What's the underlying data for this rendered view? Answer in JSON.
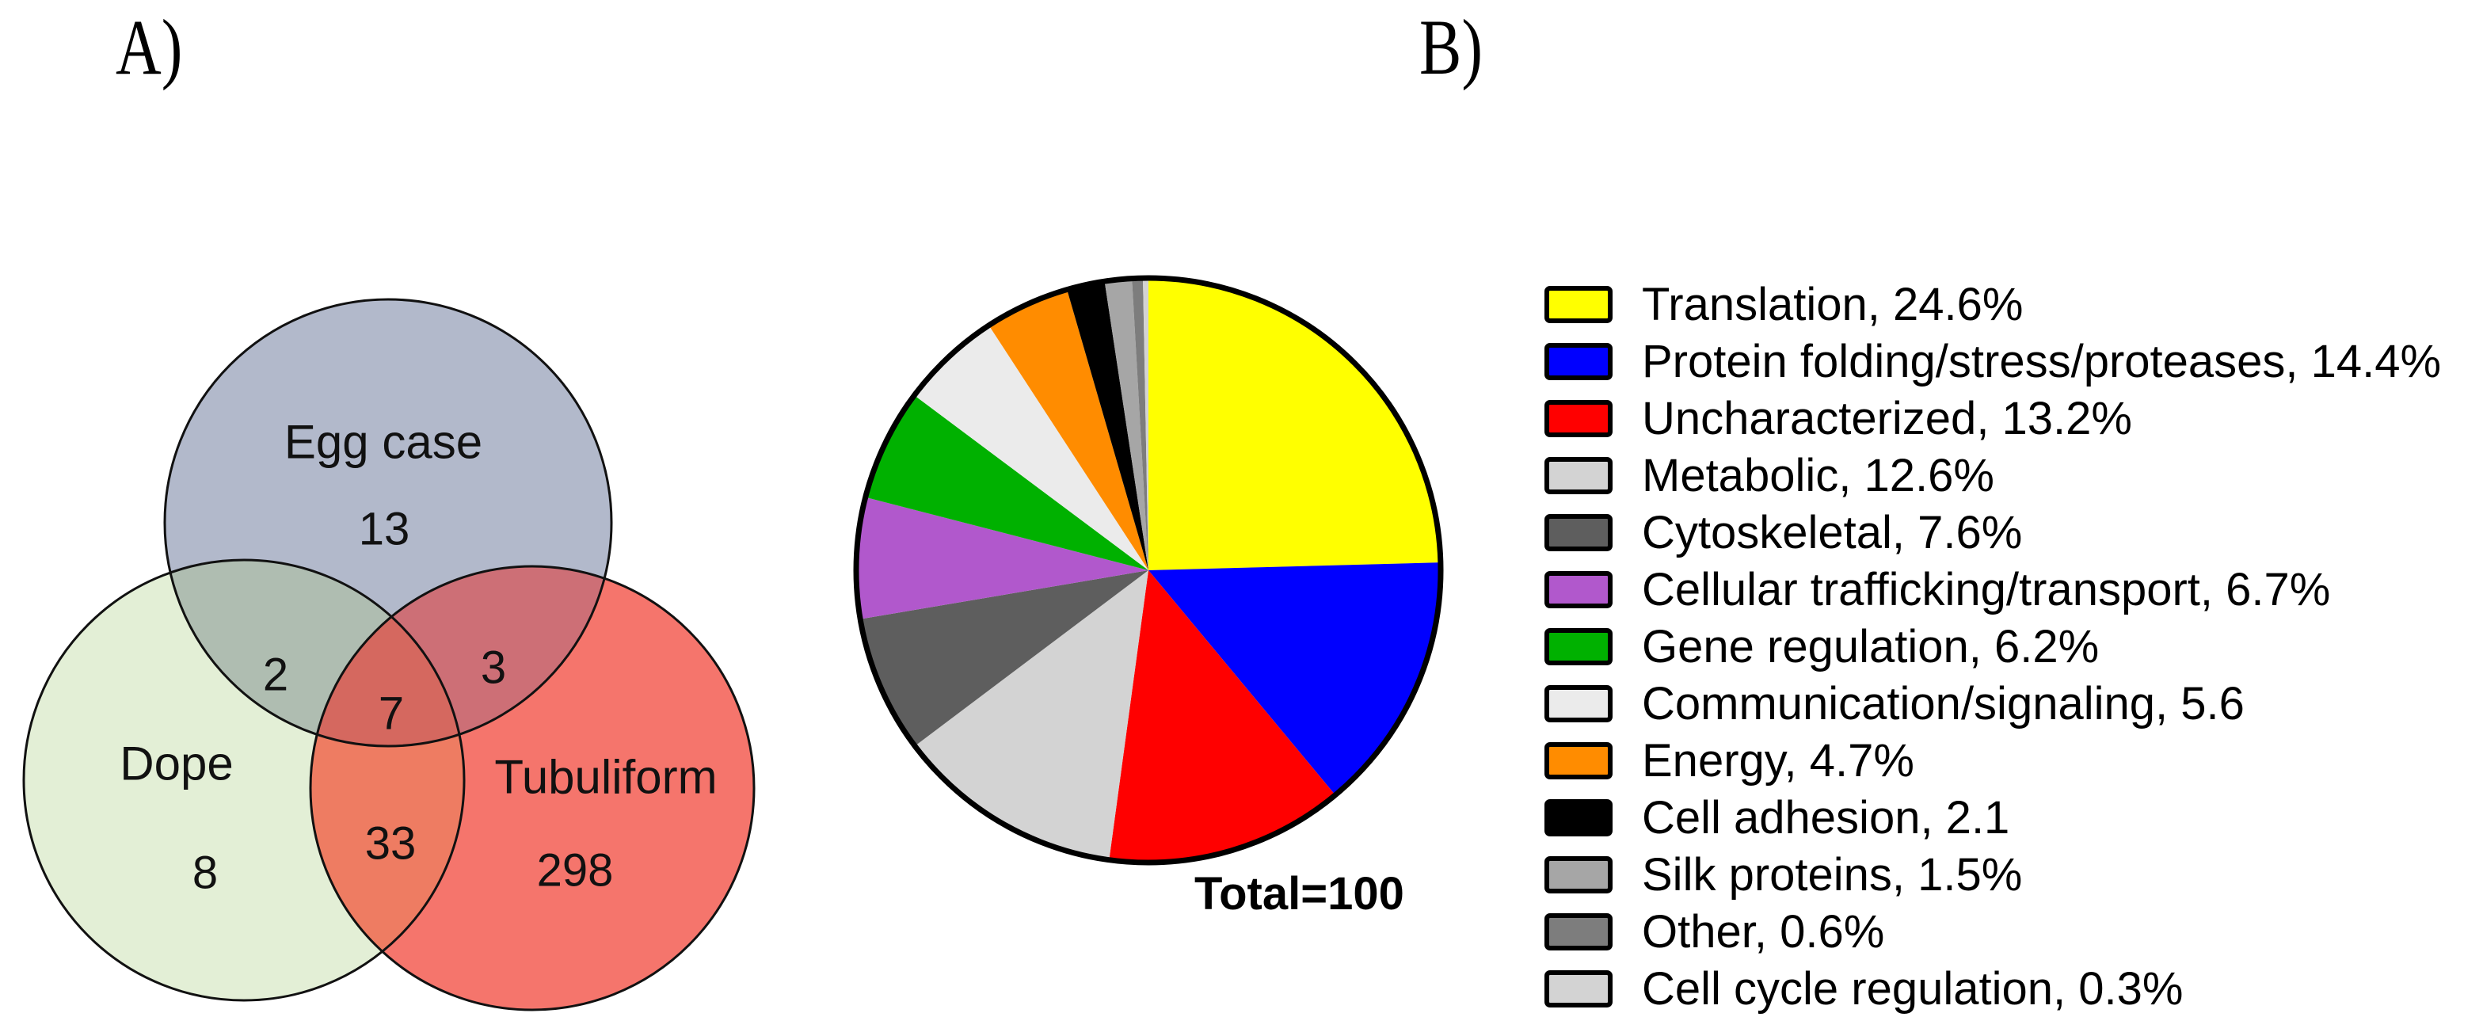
{
  "panelA": {
    "label": "A)"
  },
  "panelB": {
    "label": "B)"
  },
  "venn": {
    "sets": [
      {
        "name": "Egg case",
        "unique_count": "13"
      },
      {
        "name": "Dope",
        "unique_count": "8"
      },
      {
        "name": "Tubuliform",
        "unique_count": "298"
      }
    ],
    "overlaps": {
      "egg_dope": "2",
      "egg_tub": "3",
      "dope_tub": "33",
      "all_three": "7"
    },
    "colors": {
      "egg": "#B2B9CB",
      "dope": "#E3EFD6",
      "tub": "#F5756C",
      "egg_dope": "#AFBDB1",
      "egg_tub": "#CD6F76",
      "dope_tub": "#EE7C62",
      "center": "#D5685F"
    }
  },
  "chart_data": {
    "type": "pie",
    "title": "",
    "total": 100,
    "total_label": "Total=100",
    "legend_position": "right",
    "start_angle_deg": 0,
    "direction": "clockwise",
    "slices": [
      {
        "label": "Translation",
        "value": 24.6,
        "display": "Translation, 24.6%",
        "color": "#FFFF00"
      },
      {
        "label": "Protein folding/stress/proteases",
        "value": 14.4,
        "display": "Protein folding/stress/proteases, 14.4%",
        "color": "#0000FF"
      },
      {
        "label": "Uncharacterized",
        "value": 13.2,
        "display": "Uncharacterized, 13.2%",
        "color": "#FF0000"
      },
      {
        "label": "Metabolic",
        "value": 12.6,
        "display": "Metabolic, 12.6%",
        "color": "#D3D3D3"
      },
      {
        "label": "Cytoskeletal",
        "value": 7.6,
        "display": "Cytoskeletal, 7.6%",
        "color": "#5E5E5E"
      },
      {
        "label": "Cellular trafficking/transport",
        "value": 6.7,
        "display": "Cellular trafficking/transport, 6.7%",
        "color": "#B158CC"
      },
      {
        "label": "Gene regulation",
        "value": 6.2,
        "display": "Gene regulation, 6.2%",
        "color": "#00B100"
      },
      {
        "label": "Communication/signaling",
        "value": 5.6,
        "display": "Communication/signaling, 5.6",
        "color": "#EBEBEB"
      },
      {
        "label": "Energy",
        "value": 4.7,
        "display": "Energy, 4.7%",
        "color": "#FF8C00"
      },
      {
        "label": "Cell adhesion",
        "value": 2.1,
        "display": "Cell adhesion, 2.1",
        "color": "#000000"
      },
      {
        "label": "Silk proteins",
        "value": 1.5,
        "display": "Silk proteins, 1.5%",
        "color": "#A6A6A6"
      },
      {
        "label": "Other",
        "value": 0.6,
        "display": "Other, 0.6%",
        "color": "#7D7D7D"
      },
      {
        "label": "Cell cycle regulation",
        "value": 0.3,
        "display": "Cell cycle regulation, 0.3%",
        "color": "#D3D3D3"
      }
    ]
  }
}
